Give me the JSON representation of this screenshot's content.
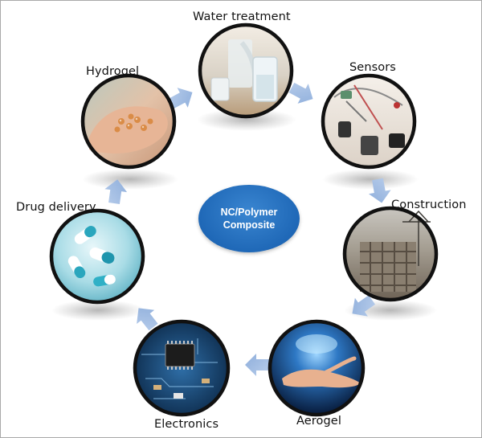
{
  "center": {
    "line1": "NC/Polymer",
    "line2": "Composite",
    "color": "#1f68b7"
  },
  "nodes": {
    "water_treatment": {
      "label": "Water treatment",
      "icon": "water-glass-photo"
    },
    "sensors": {
      "label": "Sensors",
      "icon": "sensor-devices-photo"
    },
    "construction": {
      "label": "Construction",
      "icon": "building-construction-photo"
    },
    "aerogel": {
      "label": "Aerogel",
      "icon": "aerogel-hand-photo"
    },
    "electronics": {
      "label": "Electronics",
      "icon": "circuit-board-photo"
    },
    "drug_delivery": {
      "label": "Drug delivery",
      "icon": "capsules-photo"
    },
    "hydrogel": {
      "label": "Hydrogel",
      "icon": "hydrogel-beads-photo"
    }
  },
  "colors": {
    "arrow": "#9bb8e0",
    "ring": "#111111",
    "frame": "#a9a9a9"
  }
}
